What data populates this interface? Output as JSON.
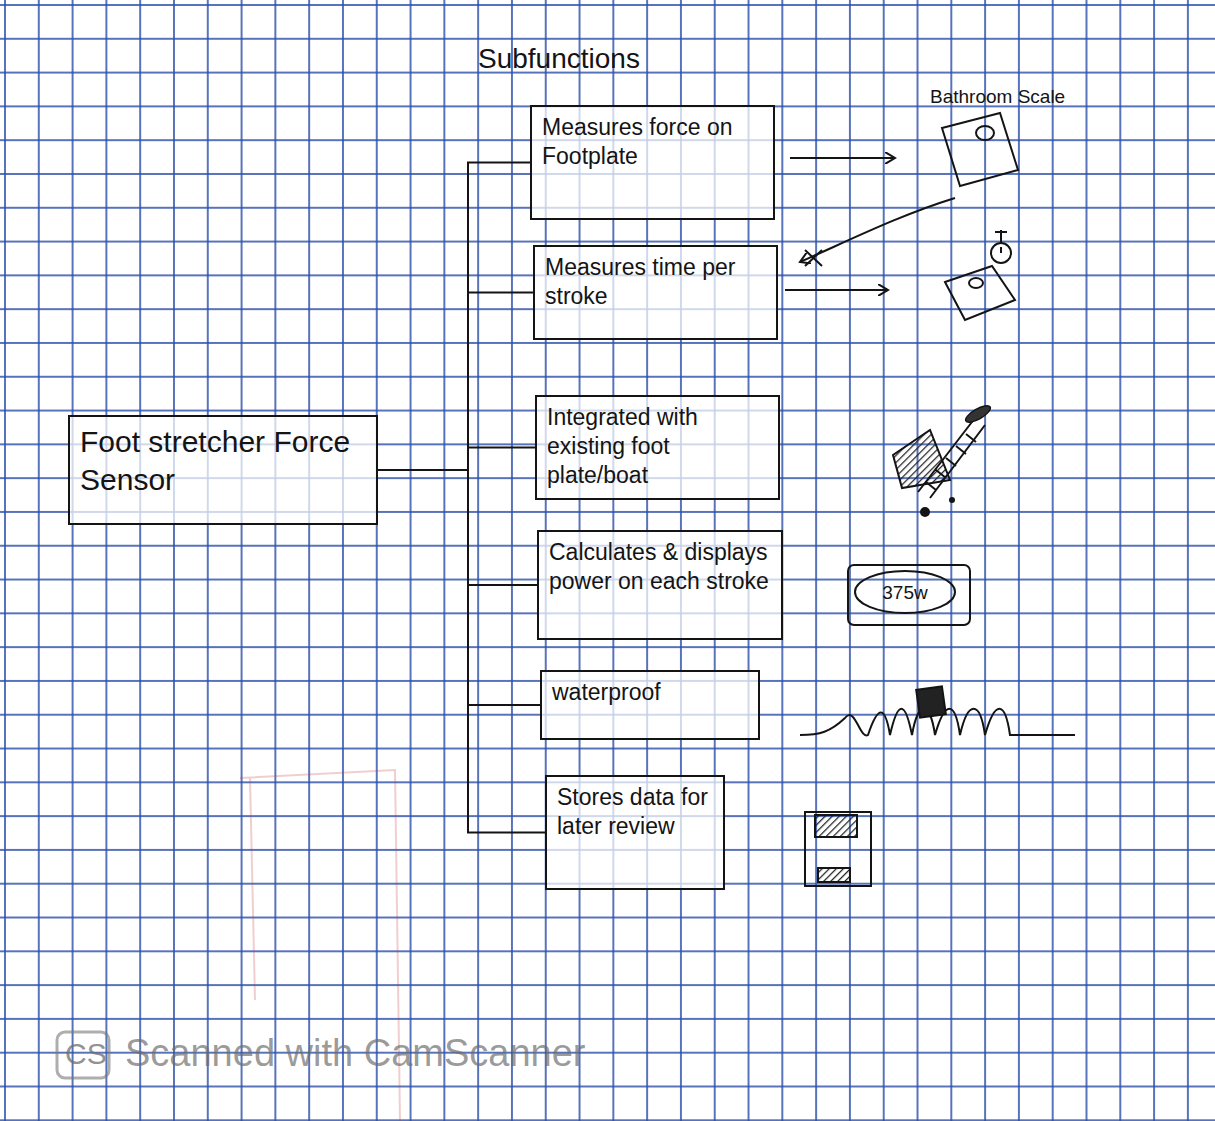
{
  "diagram": {
    "title": "Subfunctions",
    "nodes": [
      {
        "text": [
          "Foot stretcher Force Sensor"
        ]
      },
      {
        "text": [
          "Measures force on Footplate"
        ]
      },
      {
        "text": [
          "Measures time per stroke"
        ]
      },
      {
        "text": [
          "Integrated with existing foot plate/boat"
        ]
      },
      {
        "text": [
          "Calculates & displays power on each stroke"
        ]
      },
      {
        "text": [
          "waterproof"
        ]
      },
      {
        "text": [
          "Stores data for later review"
        ]
      }
    ],
    "edges": [
      {
        "from": 0,
        "to": 1,
        "arrow": "none"
      },
      {
        "from": 0,
        "to": 2,
        "arrow": "none"
      },
      {
        "from": 0,
        "to": 3,
        "arrow": "none"
      },
      {
        "from": 0,
        "to": 4,
        "arrow": "none"
      },
      {
        "from": 0,
        "to": 5,
        "arrow": "none"
      },
      {
        "from": 0,
        "to": 6,
        "arrow": "none"
      }
    ],
    "labels": [
      "Bathroom Scale",
      "375w",
      "CS",
      "Scanned with CamScanner"
    ]
  }
}
